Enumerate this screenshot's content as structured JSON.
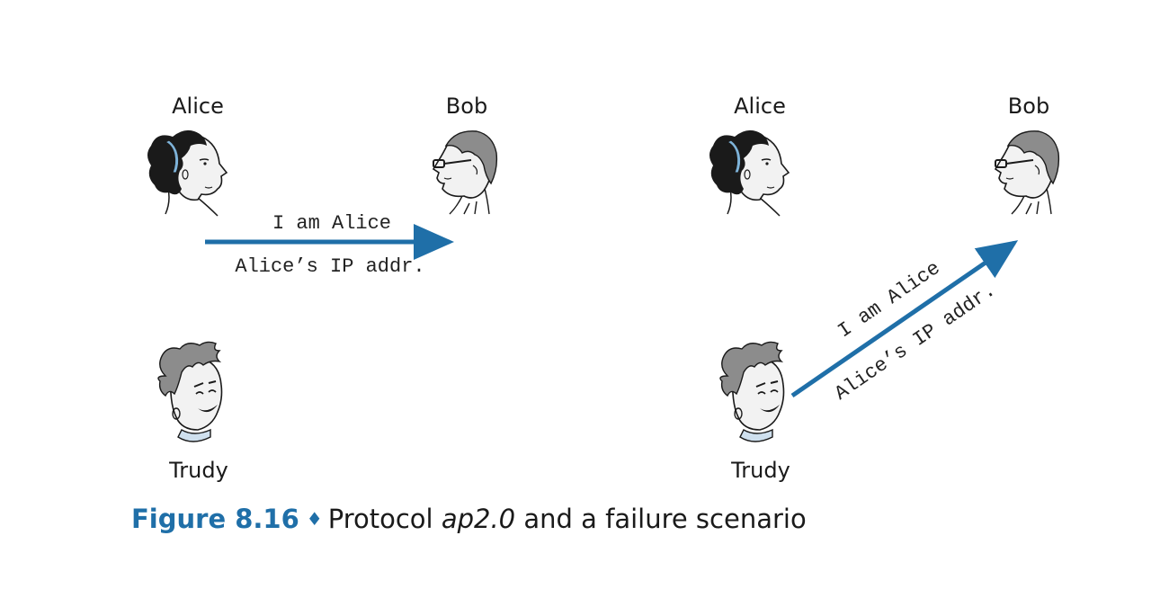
{
  "colors": {
    "accent": "#1f6fa8",
    "headband": "#7eb3d9",
    "skin": "#f2f2f2",
    "hair_dark": "#1a1a1a",
    "hair_gray": "#8c8c8c",
    "collar": "#cfe0ee"
  },
  "left_scenario": {
    "alice_label": "Alice",
    "bob_label": "Bob",
    "trudy_label": "Trudy",
    "message_top": "I am Alice",
    "message_bottom": "Alice’s IP addr."
  },
  "right_scenario": {
    "alice_label": "Alice",
    "bob_label": "Bob",
    "trudy_label": "Trudy",
    "message_top": "I am Alice",
    "message_bottom": "Alice’s IP addr."
  },
  "caption": {
    "figure": "Figure 8.16",
    "separator": "♦",
    "text_before": "Protocol ",
    "protocol": "ap2.0",
    "text_after": " and a failure scenario"
  }
}
